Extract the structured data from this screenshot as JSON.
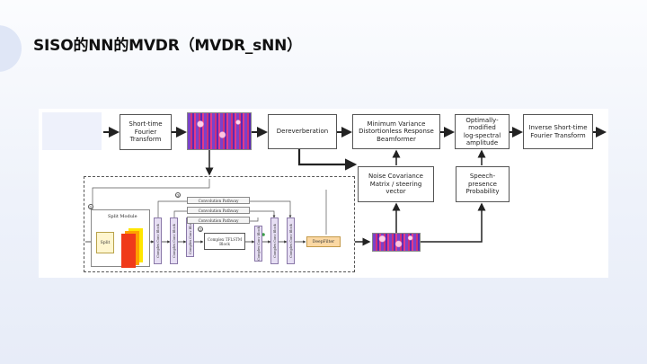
{
  "slide": {
    "title": "SISO的NN的MVDR（MVDR_sNN）"
  },
  "diagram": {
    "boxes": {
      "stft": "Short-time\nFourier\nTransform",
      "dereverb": "Dereverberation",
      "mvdr": "Minimum Variance\nDistortionless Response\nBeamformer",
      "omlsa": "Optimally-\nmodified\nlog-spectral\namplitude",
      "istft": "Inverse Short-time\nFourier Transform",
      "noise_cov": "Noise Covariance\nMatrix / steering\nvector",
      "spp": "Speech-\npresence\nProbability"
    },
    "network": {
      "split_module": "Split Module",
      "split": "Split",
      "conv_pathways": [
        "Convolution Pathway",
        "Convolution Pathway",
        "Convolution Pathway"
      ],
      "encoders": [
        "Complex Conv Block",
        "Complex Conv Block",
        "Complex Conv Block"
      ],
      "decoders": [
        "Complex Conv Block",
        "Complex Conv Block",
        "Complex Conv Block"
      ],
      "lstm": "Complex TFLSTM\nBlock",
      "deepfilter": "DeepFilter",
      "markers": [
        "①",
        "②",
        "③"
      ]
    }
  },
  "colors": {
    "arrow": "#222222",
    "dashed_border": "#555555",
    "spectrogram": "#c0308a",
    "conv_block": "#e6def3",
    "deepfilter": "#fbd8a3"
  }
}
